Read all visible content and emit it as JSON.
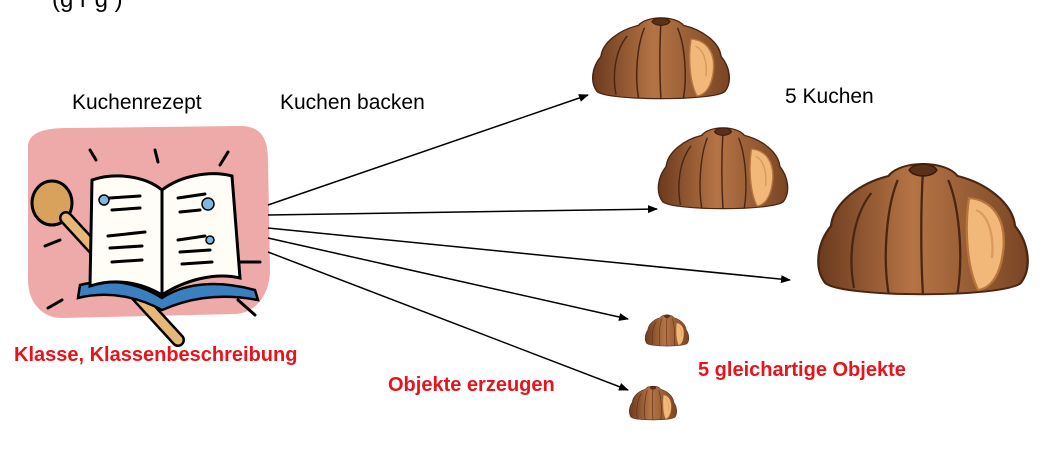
{
  "labels": {
    "top_fragment": "(g   r   g   )",
    "recipe": "Kuchenrezept",
    "bake": "Kuchen backen",
    "cakes_count": "5 Kuchen",
    "class": "Klasse, Klassenbeschreibung",
    "create_objects": "Objekte erzeugen",
    "similar_objects": "5 gleichartige Objekte"
  },
  "colors": {
    "highlight_text": "#e8141b",
    "cake_dark": "#8a4e2a",
    "cake_light": "#c98a55",
    "cake_inner": "#f2b879",
    "book_bg": "#eeaaa8",
    "book_cover": "#3a7fbf"
  },
  "icons": {
    "recipe_book": "recipe-book-icon",
    "cake": "bundt-cake-icon"
  }
}
